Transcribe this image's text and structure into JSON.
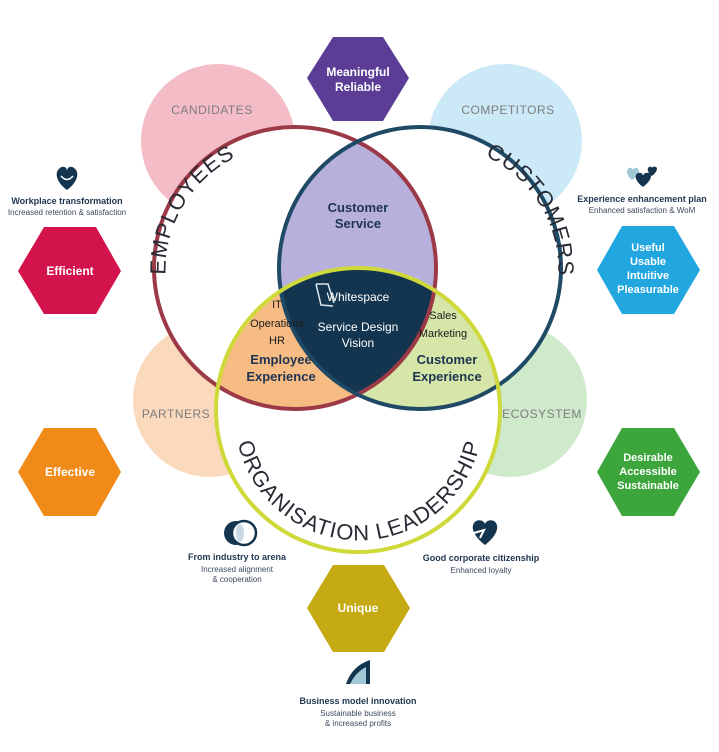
{
  "colors": {
    "candidates": "#f4bcc7",
    "competitors": "#cbe9f7",
    "partners": "#fbd9bd",
    "ecosystem": "#cfe9cb",
    "employees_ring": "#9b3a46",
    "customers_ring": "#1f4a66",
    "leadership_ring": "#cfd93a",
    "customer_service": "#b8b0dc",
    "employee_experience": "#f7bb84",
    "customer_experience": "#d6e6a8",
    "whitespace": "#13354f"
  },
  "outer_circles": {
    "candidates": "CANDIDATES",
    "competitors": "COMPETITORS",
    "partners": "PARTNERS",
    "ecosystem": "ECOSYSTEM"
  },
  "ring_labels": {
    "employees": "EMPLOYEES",
    "customers": "CUSTOMERS",
    "leadership": "ORGANISATION LEADERSHIP"
  },
  "regions": {
    "customer_service": {
      "line1": "Customer",
      "line2": "Service"
    },
    "employee_experience": {
      "items": [
        "IT",
        "Operations",
        "HR"
      ],
      "line1": "Employee",
      "line2": "Experience"
    },
    "customer_experience": {
      "items": [
        "Sales",
        "Marketing"
      ],
      "line1": "Customer",
      "line2": "Experience"
    },
    "center": {
      "logo_word": "Whitespace",
      "line1": "Service Design",
      "line2": "Vision"
    }
  },
  "hexagons": {
    "top": {
      "lines": [
        "Meaningful",
        "Reliable"
      ],
      "color": "#5b3d96"
    },
    "left_top": {
      "lines": [
        "Efficient"
      ],
      "color": "#d3134c"
    },
    "left_bottom": {
      "lines": [
        "Effective"
      ],
      "color": "#f08a18"
    },
    "right_top": {
      "lines": [
        "Useful",
        "Usable",
        "Intuitive",
        "Pleasurable"
      ],
      "color": "#21a6e0"
    },
    "right_bottom": {
      "lines": [
        "Desirable",
        "Accessible",
        "Sustainable"
      ],
      "color": "#3ca63c"
    },
    "bottom": {
      "lines": [
        "Unique"
      ],
      "color": "#c6aa14"
    }
  },
  "captions": {
    "workplace": {
      "title": "Workplace transformation",
      "sub": [
        "Increased retention & satisfaction"
      ],
      "icon": "heart-smile-icon"
    },
    "experience_plan": {
      "title": "Experience enhancement plan",
      "sub": [
        "Enhanced satisfaction & WoM"
      ],
      "icon": "hearts-cluster-icon"
    },
    "industry": {
      "title": "From industry to arena",
      "sub": [
        "Increased alignment",
        "& cooperation"
      ],
      "icon": "circles-overlap-icon"
    },
    "citizenship": {
      "title": "Good corporate citizenship",
      "sub": [
        "Enhanced loyalty"
      ],
      "icon": "broken-heart-icon"
    },
    "business_model": {
      "title": "Business model innovation",
      "sub": [
        "Sustainable business",
        "& increased profits"
      ],
      "icon": "wave-icon"
    }
  }
}
